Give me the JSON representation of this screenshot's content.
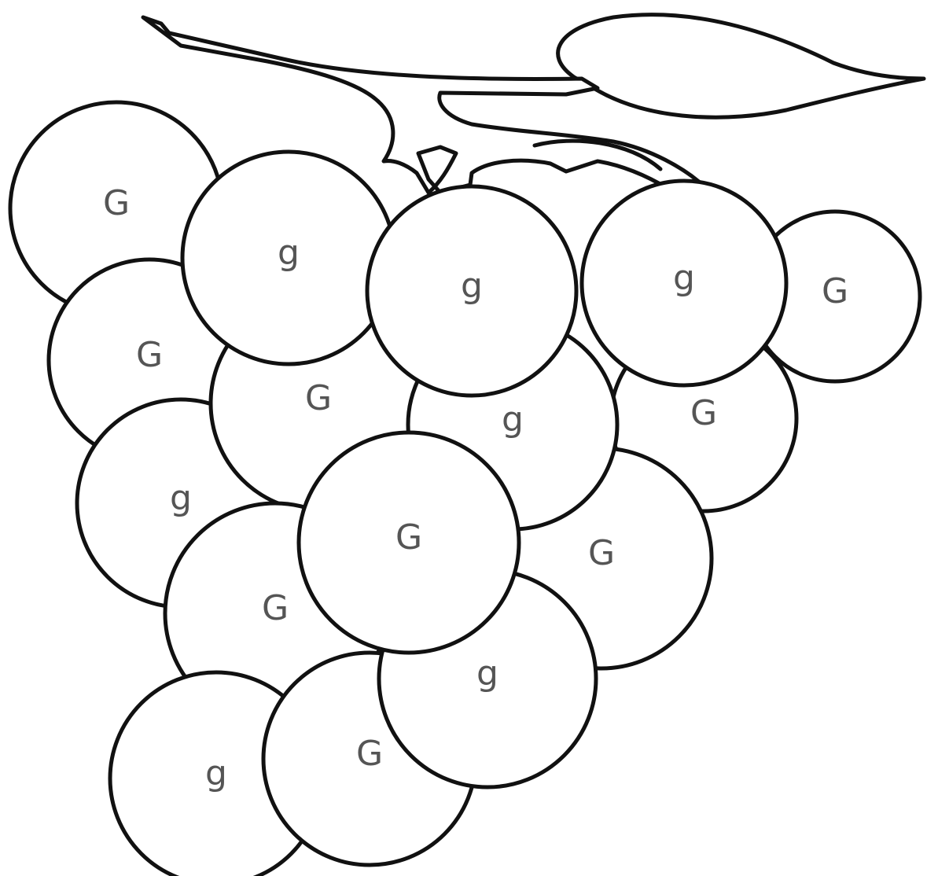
{
  "grapes": [
    {
      "label": "G"
    },
    {
      "label": "g"
    },
    {
      "label": "g"
    },
    {
      "label": "g"
    },
    {
      "label": "G"
    },
    {
      "label": "G"
    },
    {
      "label": "G"
    },
    {
      "label": "g"
    },
    {
      "label": "G"
    },
    {
      "label": "G"
    },
    {
      "label": "g"
    },
    {
      "label": "G"
    },
    {
      "label": "g"
    },
    {
      "label": "G"
    },
    {
      "label": "g"
    },
    {
      "label": "G"
    }
  ],
  "colors": {
    "outline": "#111111",
    "label": "#555555",
    "fill": "#ffffff"
  }
}
